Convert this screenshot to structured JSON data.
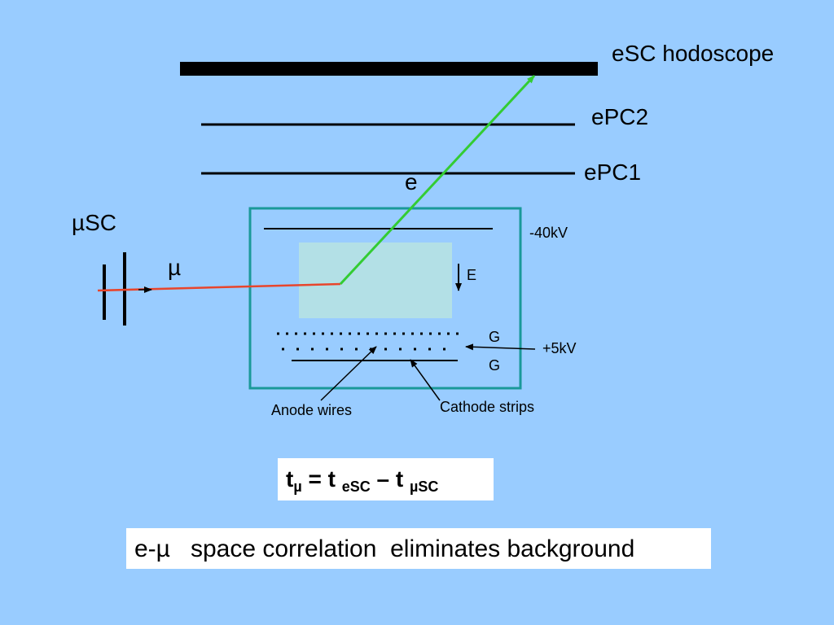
{
  "labels": {
    "esc_hodoscope": "eSC hodoscope",
    "epc2": "ePC2",
    "epc1": "ePC1",
    "electron": "e",
    "musc": "µSC",
    "muon": "µ",
    "neg_40kv": "-40kV",
    "efield": "E",
    "grid_upper": "G",
    "grid_lower": "G",
    "plus_5kv": "+5kV",
    "anode_wires": "Anode wires",
    "cathode_strips": "Cathode strips"
  },
  "formula": {
    "t": "t",
    "mu_sub": "µ",
    "eq": " = t ",
    "esc_sub": "eSC",
    "minus": " – t ",
    "musc_sub": "µSC"
  },
  "caption": "e-µ   space correlation  eliminates background",
  "colors": {
    "background": "#99ccff",
    "muon_track": "#e8452c",
    "electron_track": "#33cc33",
    "chamber_border": "#1a9999",
    "target_fill": "#b3e0e6"
  }
}
